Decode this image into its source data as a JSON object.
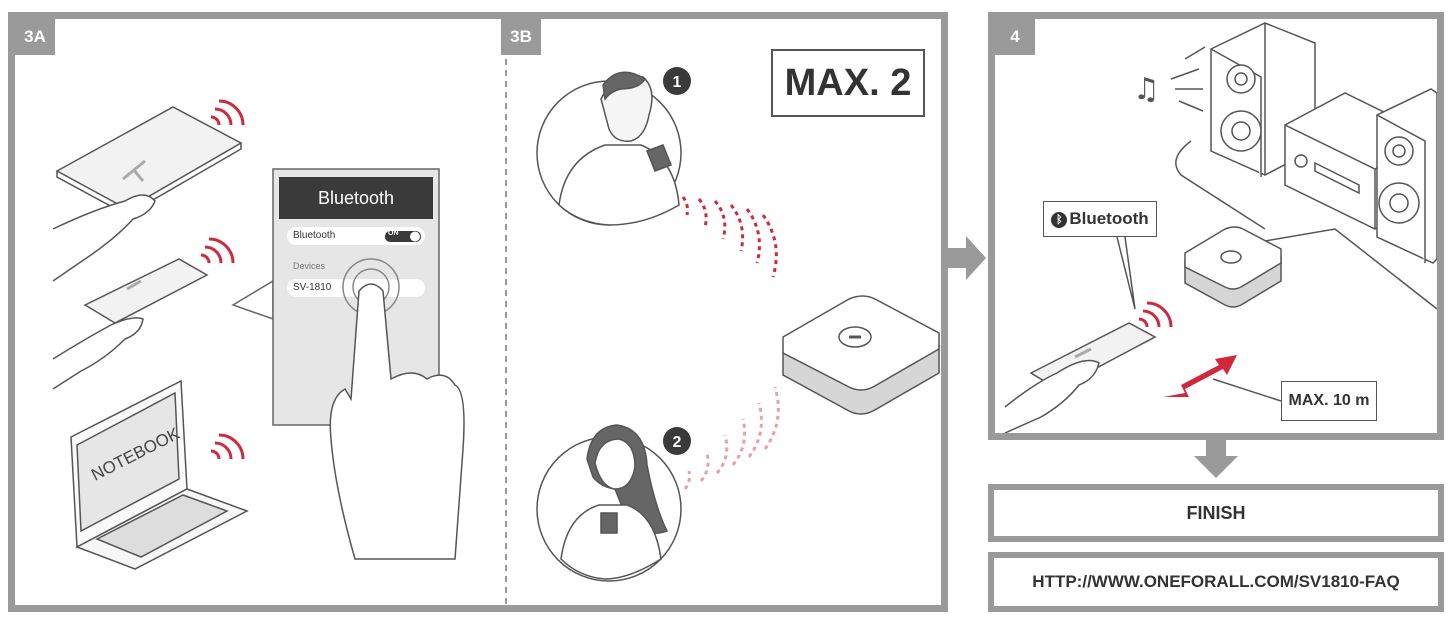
{
  "steps": {
    "step_3a": "3A",
    "step_3b": "3B",
    "step_4": "4"
  },
  "phone_screen": {
    "title": "Bluetooth",
    "toggle_label": "Bluetooth",
    "toggle_state": "ON",
    "devices_heading": "Devices",
    "device_name": "SV-1810"
  },
  "laptop_screen_text": "NOTEBOOK",
  "multipoint": {
    "max_label": "MAX. 2",
    "user_1": "1",
    "user_2": "2"
  },
  "step4": {
    "bluetooth_label": "Bluetooth",
    "range_label": "MAX. 10 m"
  },
  "finish_label": "FINISH",
  "faq_url": "HTTP://WWW.ONEFORALL.COM/SV1810-FAQ",
  "colors": {
    "frame_gray": "#9a9a9a",
    "signal_red": "#d0283c",
    "signal_pink": "#e8a0aa",
    "ink": "#333333"
  }
}
